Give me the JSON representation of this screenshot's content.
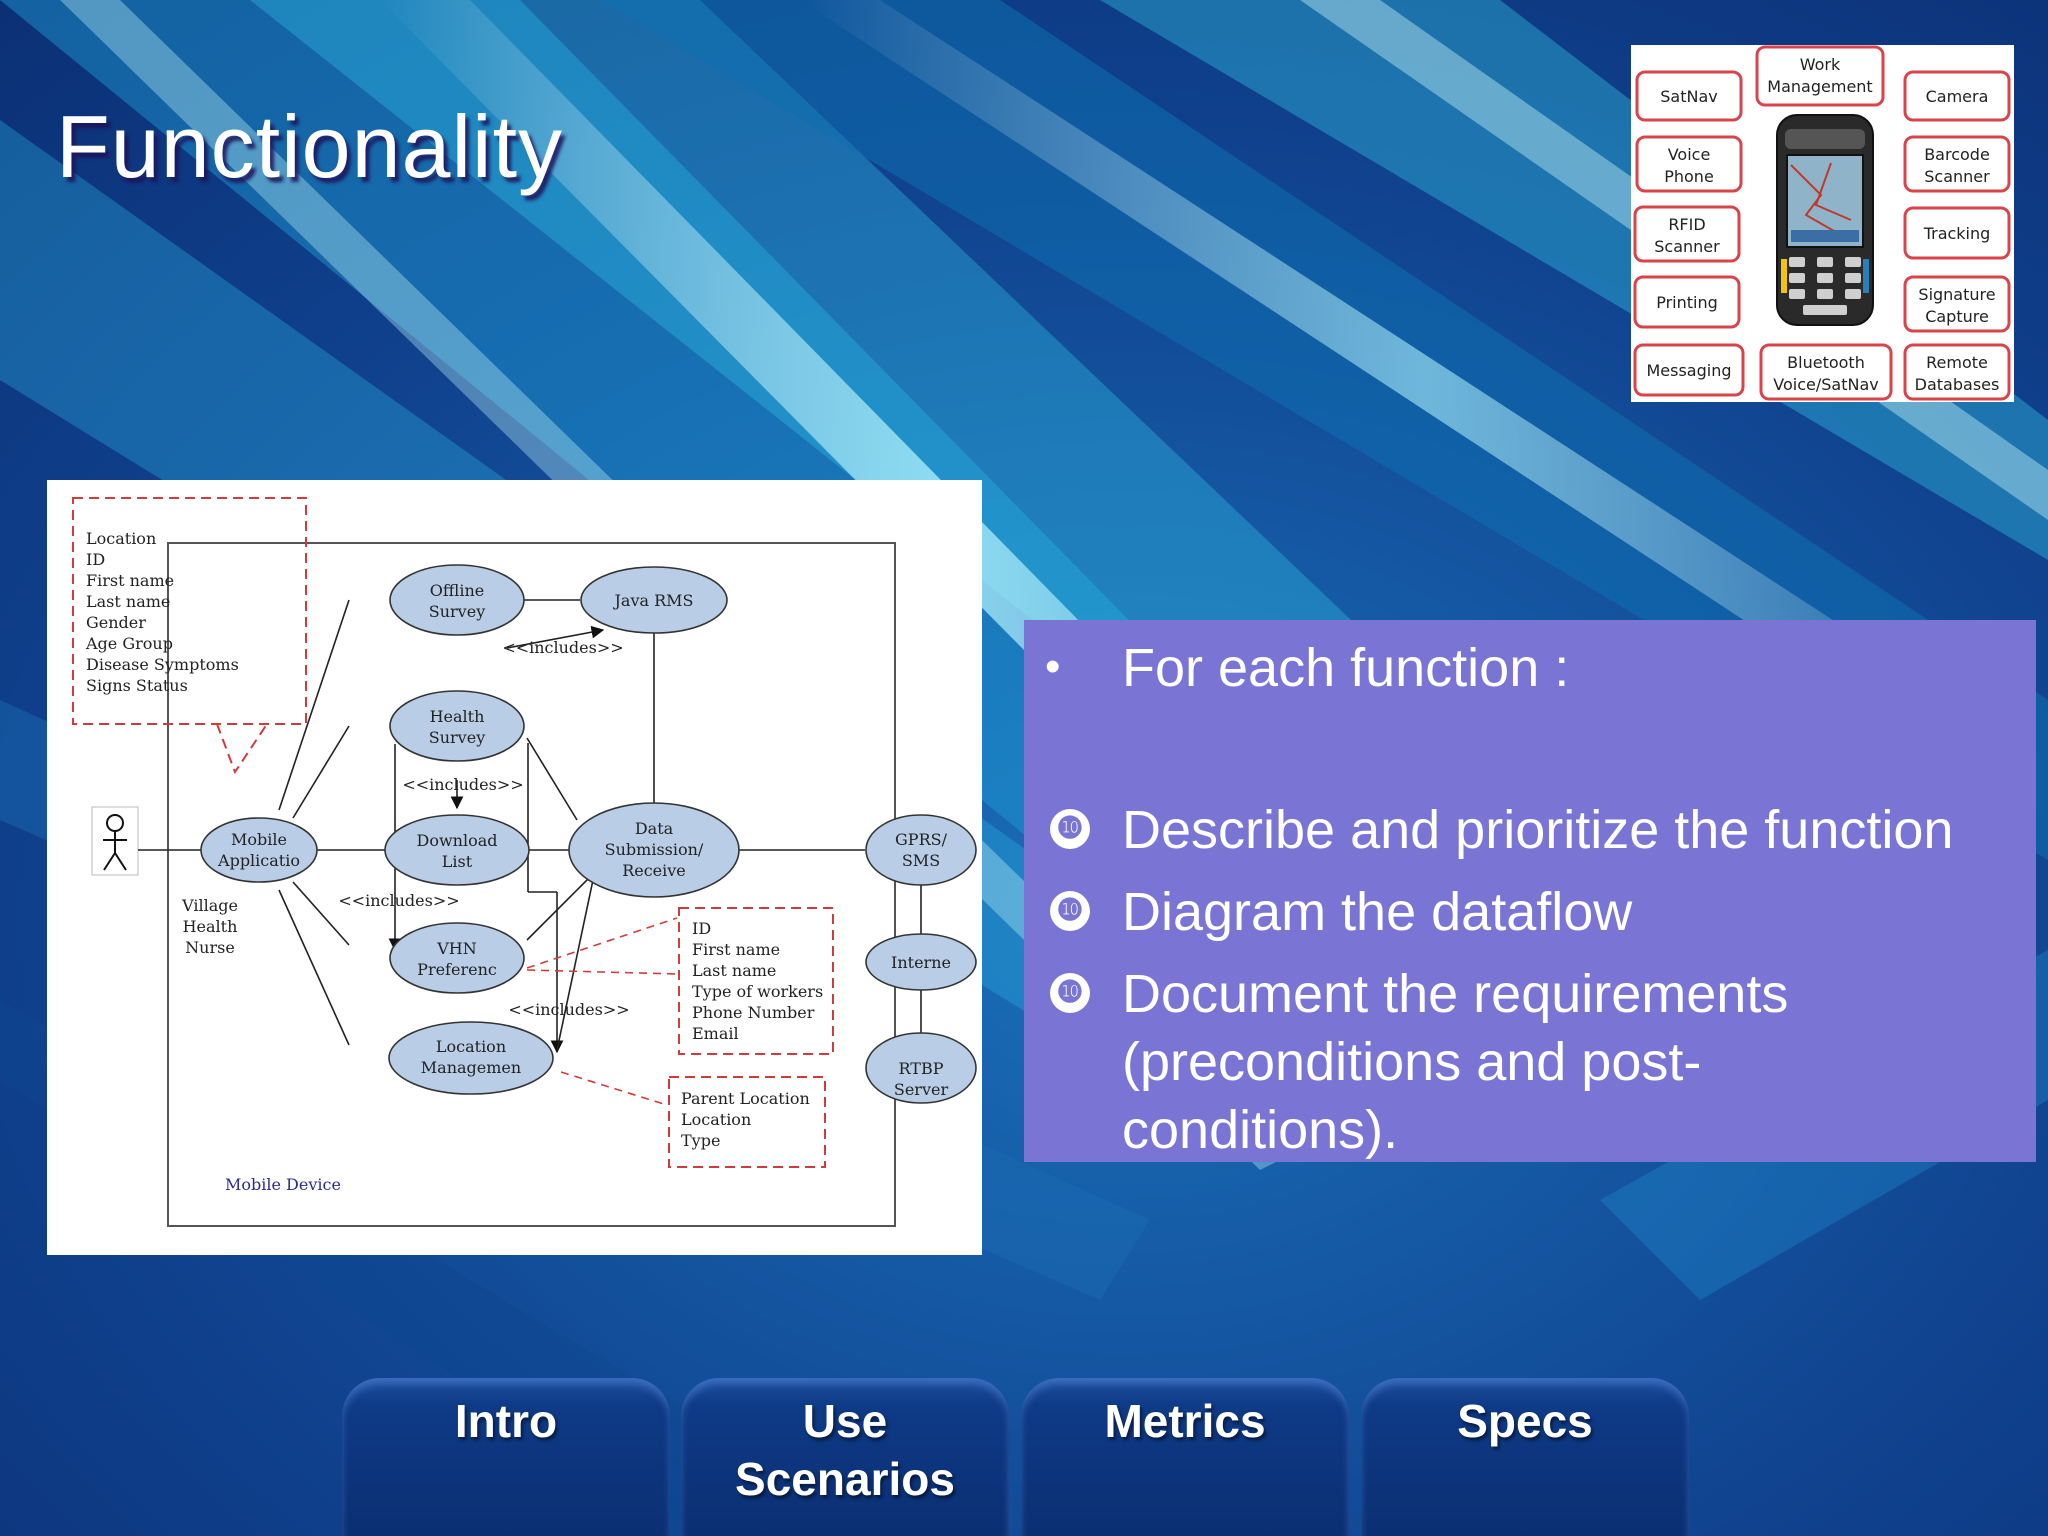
{
  "slide": {
    "title": "Functionality",
    "bullets": [
      {
        "marker": "•",
        "text": "For each function :"
      },
      {
        "marker": "❿",
        "text": "Describe and prioritize the function"
      },
      {
        "marker": "❿",
        "text": "Diagram the dataflow"
      },
      {
        "marker": "❿",
        "lines": [
          "Document the requirements",
          "(preconditions and post-",
          "conditions)."
        ]
      }
    ]
  },
  "device_panel": {
    "labels": {
      "work": [
        "Work",
        "Management"
      ],
      "satnav": [
        "SatNav"
      ],
      "camera": [
        "Camera"
      ],
      "voice": [
        "Voice",
        "Phone"
      ],
      "barcode": [
        "Barcode",
        "Scanner"
      ],
      "rfid": [
        "RFID",
        "Scanner"
      ],
      "tracking": [
        "Tracking"
      ],
      "printing": [
        "Printing"
      ],
      "signature": [
        "Signature",
        "Capture"
      ],
      "messaging": [
        "Messaging"
      ],
      "bluetooth": [
        "Bluetooth",
        "Voice/SatNav"
      ],
      "remote": [
        "Remote",
        "Databases"
      ]
    }
  },
  "diagram": {
    "attributes_profile": [
      "Location",
      "ID",
      "First name",
      "Last name",
      "Gender",
      "Age Group",
      "Disease Symptoms",
      "Signs Status"
    ],
    "actor": [
      "Village",
      "Health",
      "Nurse"
    ],
    "nodes": {
      "mobile": [
        "Mobile",
        "Applicatio"
      ],
      "offline": [
        "Offline",
        "Survey"
      ],
      "javarms": [
        "Java RMS"
      ],
      "health": [
        "Health",
        "Survey"
      ],
      "download": [
        "Download",
        "List"
      ],
      "datasub": [
        "Data",
        "Submission/",
        "Receive"
      ],
      "vhn": [
        "VHN",
        "Preferenc"
      ],
      "location": [
        "Location",
        "Managemen"
      ],
      "gprs": [
        "GPRS/",
        "SMS"
      ],
      "internet": [
        "Interne"
      ],
      "rtbp": [
        "RTBP",
        "Server"
      ]
    },
    "includes": [
      "<<includes>>",
      "<<includes>>",
      "<<includes>>",
      "<<includes>>"
    ],
    "attributes_worker": [
      "ID",
      "First name",
      "Last name",
      "Type of workers",
      "Phone Number",
      "Email"
    ],
    "attributes_location": [
      "Parent Location",
      "Location",
      "Type"
    ],
    "boundary_label": "Mobile Device"
  },
  "nav": {
    "tabs": [
      {
        "lines": [
          "Intro"
        ]
      },
      {
        "lines": [
          "Use",
          "Scenarios"
        ]
      },
      {
        "lines": [
          "Metrics"
        ]
      },
      {
        "lines": [
          "Specs"
        ]
      }
    ]
  },
  "colors": {
    "bullet_box": "#7a74d4",
    "device_label_border": "#d9434b",
    "diagram_node_fill": "#b9cde6",
    "nav_tab": "#0b2f73"
  }
}
